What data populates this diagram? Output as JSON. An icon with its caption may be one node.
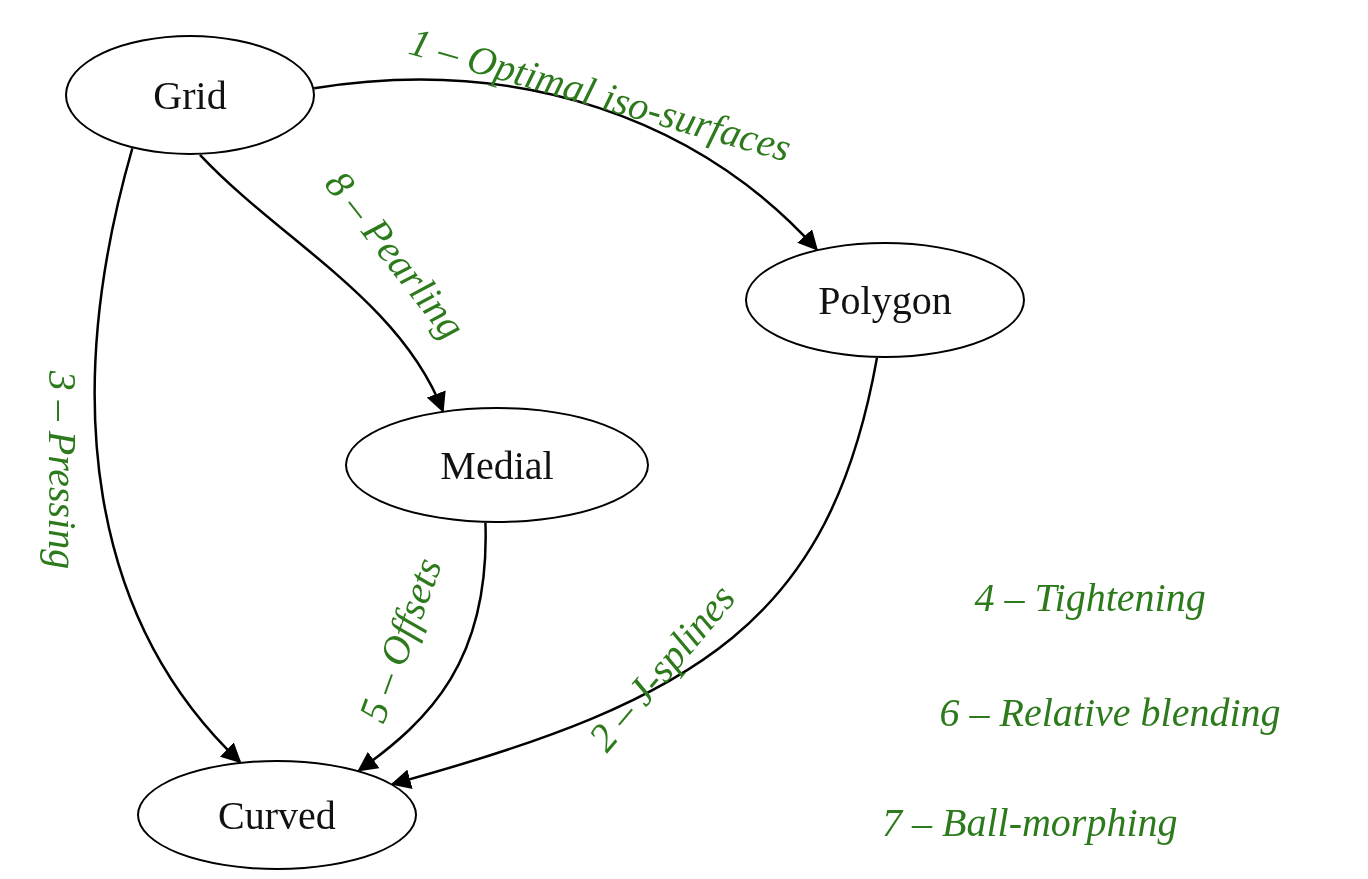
{
  "diagram": {
    "nodes": [
      {
        "text": [
          "Grid"
        ]
      },
      {
        "text": [
          "Polygon"
        ]
      },
      {
        "text": [
          "Medial"
        ]
      },
      {
        "text": [
          "Curved"
        ]
      }
    ],
    "edges": [
      {
        "from": 0,
        "to": 1,
        "arrow": "to",
        "label": "1 – Optimal iso-surfaces"
      },
      {
        "from": 0,
        "to": 2,
        "arrow": "to",
        "label": "8 – Pearling"
      },
      {
        "from": 0,
        "to": 3,
        "arrow": "to",
        "label": "3 – Pressing"
      },
      {
        "from": 2,
        "to": 3,
        "arrow": "to",
        "label": "5 – Offsets"
      },
      {
        "from": 1,
        "to": 3,
        "arrow": "to",
        "label": "2 – J-splines"
      }
    ],
    "labels": [
      "4 – Tightening",
      "6 – Relative blending",
      "7 – Ball-morphing"
    ]
  }
}
